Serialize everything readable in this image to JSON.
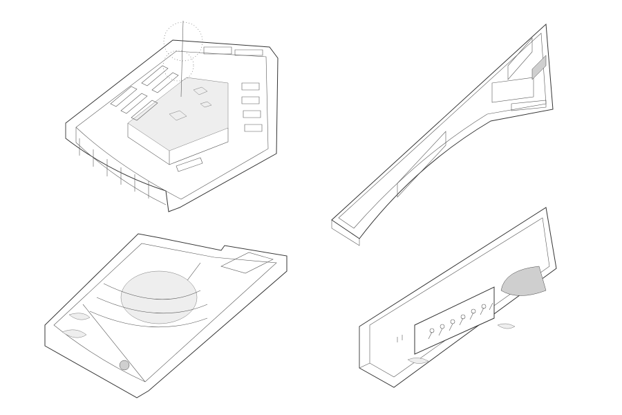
{
  "canvas": {
    "background": "#ffffff",
    "line_color": "#333333",
    "fill_color": "#eeeeee"
  },
  "drawings": [
    {
      "id": "axonometric-courtyard-building"
    },
    {
      "id": "axonometric-triangular-corridor"
    },
    {
      "id": "axonometric-amphitheater"
    },
    {
      "id": "axonometric-gallery-wall"
    }
  ]
}
